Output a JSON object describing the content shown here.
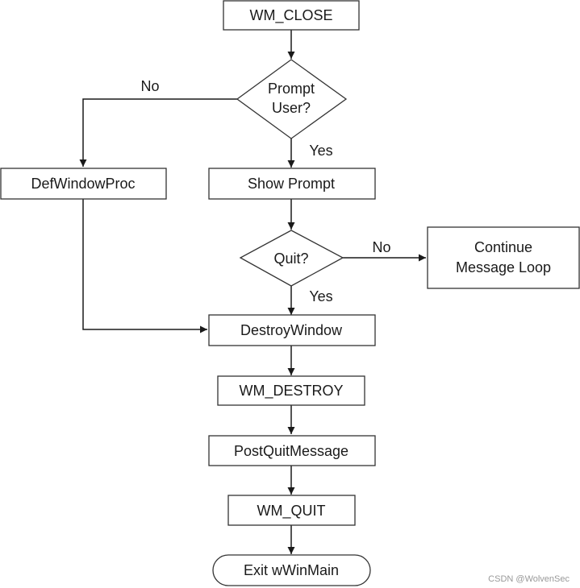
{
  "nodes": {
    "wm_close": "WM_CLOSE",
    "prompt_user_line1": "Prompt",
    "prompt_user_line2": "User?",
    "def_window_proc": "DefWindowProc",
    "show_prompt": "Show Prompt",
    "quit": "Quit?",
    "continue_line1": "Continue",
    "continue_line2": "Message Loop",
    "destroy_window": "DestroyWindow",
    "wm_destroy": "WM_DESTROY",
    "post_quit_message": "PostQuitMessage",
    "wm_quit": "WM_QUIT",
    "exit_wwinmain": "Exit wWinMain"
  },
  "edge_labels": {
    "prompt_no": "No",
    "prompt_yes": "Yes",
    "quit_no": "No",
    "quit_yes": "Yes"
  },
  "watermark": "CSDN @WolvenSec"
}
